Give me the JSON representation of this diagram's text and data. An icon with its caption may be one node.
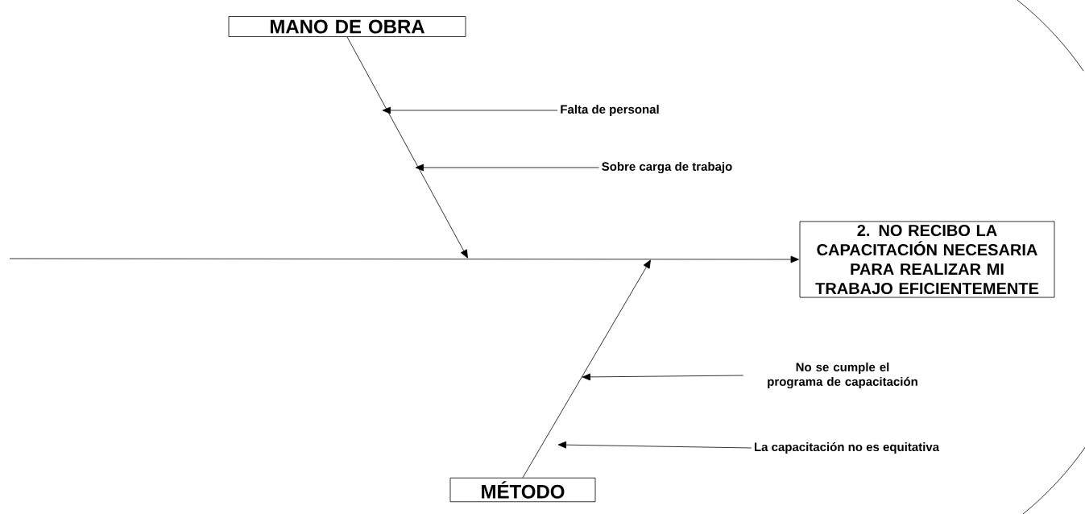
{
  "diagram": {
    "nodes": [
      {
        "text": [
          "MANO DE OBRA"
        ]
      },
      {
        "text": [
          "Falta de personal"
        ]
      },
      {
        "text": [
          "Sobre carga de trabajo"
        ]
      },
      {
        "text": [
          "2. NO RECIBO LA CAPACITACIÓN NECESARIA PARA REALIZAR MI TRABAJO EFICIENTEMENTE"
        ]
      },
      {
        "text": [
          "No se cumple el programa de capacitación"
        ]
      },
      {
        "text": [
          "La capacitación no es equitativa"
        ]
      },
      {
        "text": [
          "MÉTODO"
        ]
      }
    ],
    "edges": [
      {
        "from": null,
        "to": 3,
        "arrow": "to"
      },
      {
        "from": 0,
        "to": null,
        "arrow": "to"
      },
      {
        "from": 1,
        "to": null,
        "arrow": "to"
      },
      {
        "from": 2,
        "to": null,
        "arrow": "to"
      },
      {
        "from": 6,
        "to": null,
        "arrow": "to"
      },
      {
        "from": 4,
        "to": null,
        "arrow": "to"
      },
      {
        "from": 5,
        "to": null,
        "arrow": "to"
      }
    ]
  }
}
